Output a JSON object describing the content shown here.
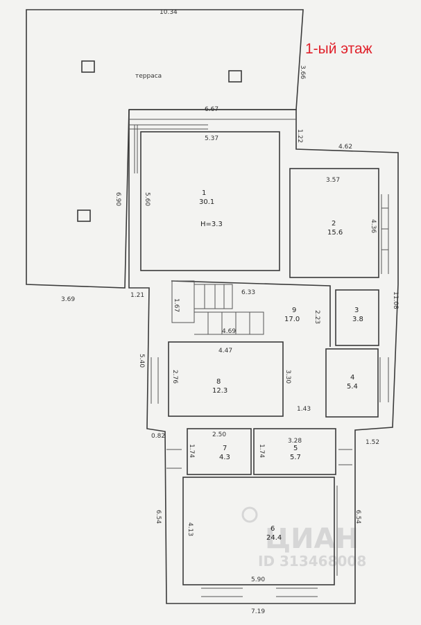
{
  "title": "1-ый этаж",
  "terrace_label": "терраса",
  "height_label": "H=3.3",
  "watermark": {
    "brand": "ЦИАН",
    "id_text": "ID 313468008"
  },
  "colors": {
    "title": "#e0202a",
    "line": "#3a3a3a",
    "background": "#f3f3f1"
  },
  "rooms": [
    {
      "number": "1",
      "area": "30.1"
    },
    {
      "number": "2",
      "area": "15.6"
    },
    {
      "number": "3",
      "area": "3.8"
    },
    {
      "number": "4",
      "area": "5.4"
    },
    {
      "number": "5",
      "area": "5.7"
    },
    {
      "number": "6",
      "area": "24.4"
    },
    {
      "number": "7",
      "area": "4.3"
    },
    {
      "number": "8",
      "area": "12.3"
    },
    {
      "number": "9",
      "area": "17.0"
    }
  ],
  "dimensions": {
    "terrace_top": "10.34",
    "terrace_right": "3.66",
    "terrace_bottom": "3.69",
    "offset_121": "1.21",
    "offset_122": "1.22",
    "room1_outer_top": "6.67",
    "room1_outer_left": "6.90",
    "room1_top": "5.37",
    "room1_left": "5.60",
    "room2_outer_top": "4.62",
    "room2_top": "3.57",
    "room2_right": "4.36",
    "right_wall": "11.08",
    "hall_top": "6.33",
    "stair_height": "1.67",
    "stair_length": "4.69",
    "room9_side": "2.23",
    "left_wall": "5.40",
    "room8_top": "4.47",
    "room8_left": "2.76",
    "room8_right": "3.30",
    "gap_143": "1.43",
    "offset_082": "0.82",
    "offset_152": "1.52",
    "room7_top": "2.50",
    "room7_left": "1.74",
    "room5_left": "1.74",
    "room5_top": "3.28",
    "room6_left_outer": "6.54",
    "room6_right_outer": "6.54",
    "room6_left": "4.13",
    "room6_bottom": "5.90",
    "bottom_outer": "7.19"
  }
}
